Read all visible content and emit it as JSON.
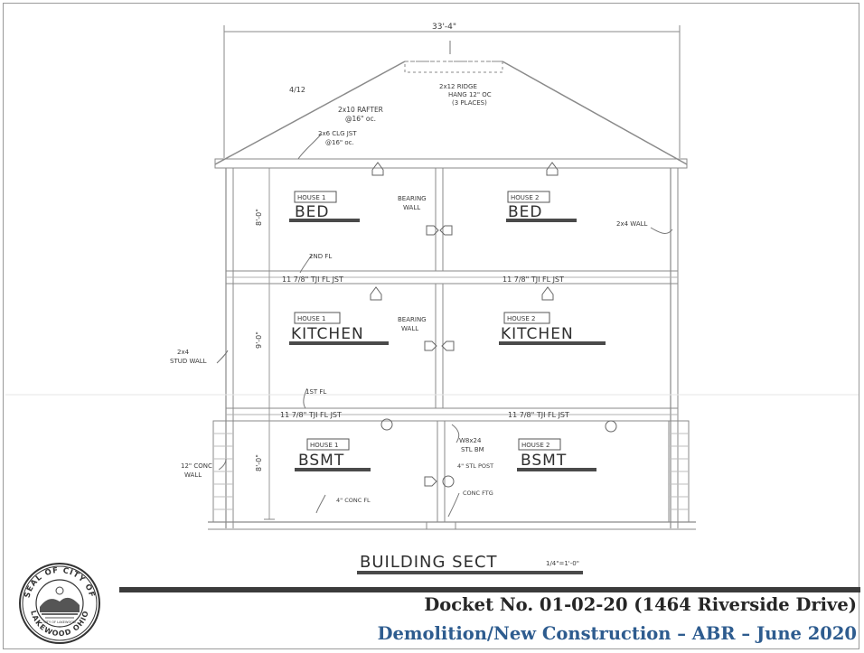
{
  "drawing": {
    "overall_dim": "33'-4\"",
    "title": "BUILDING SECT",
    "title_scale": "1/4\"=1'-0\"",
    "notes": {
      "pitch": "4/12",
      "rafter_1": "2x10 RAFTER",
      "rafter_2": "@16\" oc.",
      "ridge_1": "2x12 RIDGE",
      "ridge_2": "HANG 12\" OC",
      "ridge_3": "(3 PLACES)",
      "ceiling_1": "2x6 CLG JST",
      "ceiling_2": "@16\" oc.",
      "bearing_upper_1": "BEARING",
      "bearing_upper_2": "WALL",
      "wall_2x4_right": "2x4 WALL",
      "second_fl": "2ND FL",
      "tji_upper_left": "11 7/8\" TJI   FL JST",
      "tji_upper_right": "11 7/8\" TJI   FL JST",
      "bearing_mid_1": "BEARING",
      "bearing_mid_2": "WALL",
      "wall_2x4_left_1": "2x4",
      "wall_2x4_left_2": "STUD WALL",
      "first_fl": "1ST FL",
      "tji_lower_left": "11 7/8\" TJI   FL JST",
      "tji_lower_right": "11 7/8\" TJI   FL JST",
      "beam_1": "W8x24",
      "beam_2": "STL BM",
      "post": "4\" STL POST",
      "footing": "CONC FTG",
      "conc_wall_1": "12\" CONC",
      "conc_wall_2": "WALL",
      "slab": "4\" CONC FL",
      "dim_upper": "8'-0\"",
      "dim_mid": "9'-0\"",
      "dim_lower": "8'-0\""
    },
    "rooms": [
      {
        "tag": "HOUSE 1",
        "name": "BED"
      },
      {
        "tag": "HOUSE 2",
        "name": "BED"
      },
      {
        "tag": "HOUSE 1",
        "name": "KITCHEN"
      },
      {
        "tag": "HOUSE 2",
        "name": "KITCHEN"
      },
      {
        "tag": "HOUSE 1",
        "name": "BSMT"
      },
      {
        "tag": "HOUSE 2",
        "name": "BSMT"
      }
    ]
  },
  "footer": {
    "docket": "Docket No. 01-02-20 (1464 Riverside Drive)",
    "subtitle": "Demolition/New Construction – ABR – June 2020",
    "accent_color": "#2e5c8f"
  },
  "seal": {
    "top_text": "SEAL OF CITY OF",
    "bottom_text": "LAKEWOOD OHIO",
    "inner_text": "CITY OF LAKEWOOD"
  }
}
